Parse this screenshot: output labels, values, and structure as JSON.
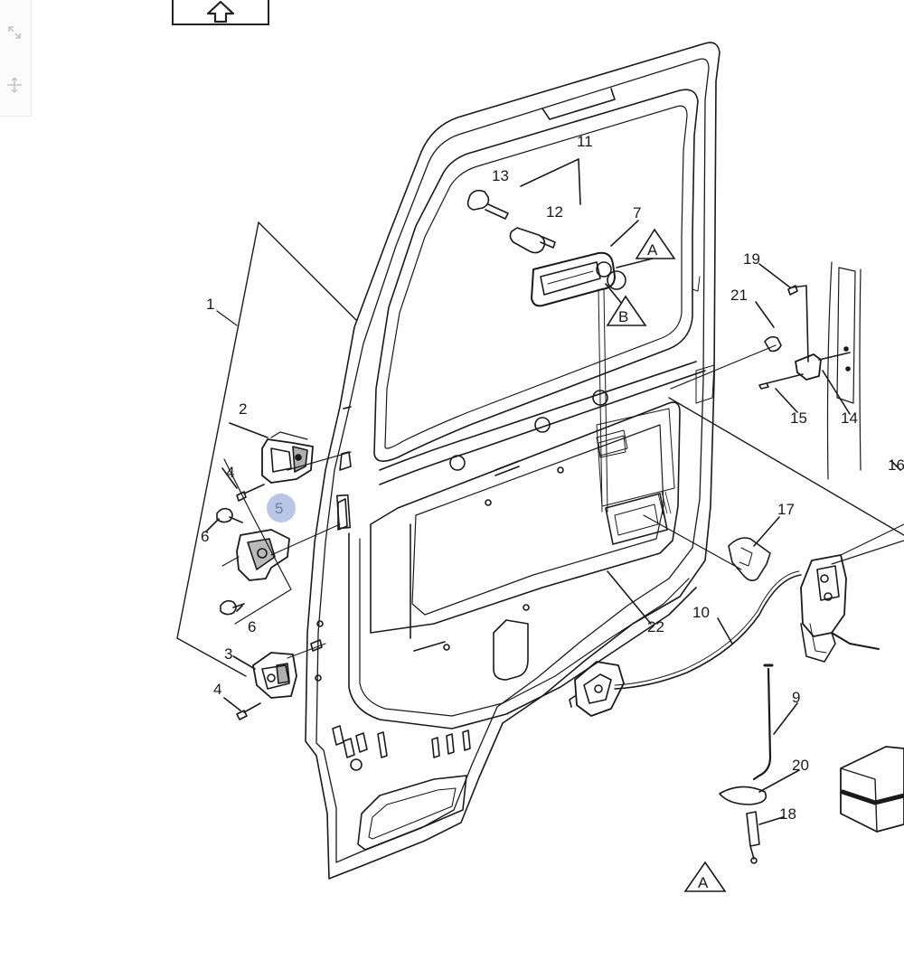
{
  "toolbar": {
    "tools": [
      {
        "name": "fullscreen-icon"
      },
      {
        "name": "move-icon"
      }
    ]
  },
  "nav": {
    "up_icon": "up-arrow-icon"
  },
  "callouts": [
    {
      "id": "1",
      "text": "1"
    },
    {
      "id": "2",
      "text": "2"
    },
    {
      "id": "3",
      "text": "3"
    },
    {
      "id": "4a",
      "text": "4"
    },
    {
      "id": "4b",
      "text": "4"
    },
    {
      "id": "5",
      "text": "5"
    },
    {
      "id": "6a",
      "text": "6"
    },
    {
      "id": "6b",
      "text": "6"
    },
    {
      "id": "7",
      "text": "7"
    },
    {
      "id": "9",
      "text": "9"
    },
    {
      "id": "10",
      "text": "10"
    },
    {
      "id": "11",
      "text": "11"
    },
    {
      "id": "12",
      "text": "12"
    },
    {
      "id": "13",
      "text": "13"
    },
    {
      "id": "14",
      "text": "14"
    },
    {
      "id": "15",
      "text": "15"
    },
    {
      "id": "16",
      "text": "16"
    },
    {
      "id": "17",
      "text": "17"
    },
    {
      "id": "18",
      "text": "18"
    },
    {
      "id": "19",
      "text": "19"
    },
    {
      "id": "20",
      "text": "20"
    },
    {
      "id": "21",
      "text": "21"
    },
    {
      "id": "22",
      "text": "22"
    }
  ],
  "markers": [
    {
      "id": "A1",
      "text": "A"
    },
    {
      "id": "B",
      "text": "B"
    },
    {
      "id": "A2",
      "text": "A"
    }
  ],
  "highlight": {
    "callout": "5",
    "color": "#b9c6e6"
  },
  "colors": {
    "line": "#1a1a1a",
    "highlight": "#b9c6e6"
  }
}
